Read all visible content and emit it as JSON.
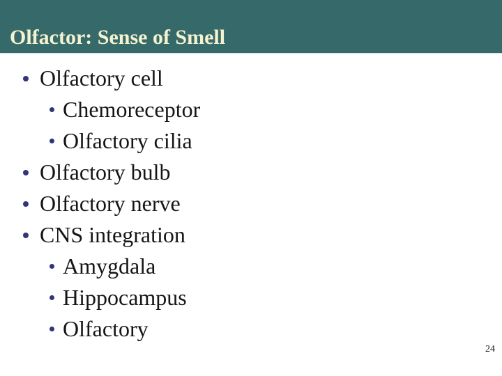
{
  "slide": {
    "title": "Olfactor: Sense of Smell",
    "page_number": "24",
    "bullets": [
      {
        "level": 1,
        "text": "Olfactory cell"
      },
      {
        "level": 2,
        "text": "Chemoreceptor"
      },
      {
        "level": 2,
        "text": "Olfactory cilia"
      },
      {
        "level": 1,
        "text": "Olfactory bulb"
      },
      {
        "level": 1,
        "text": "Olfactory nerve"
      },
      {
        "level": 1,
        "text": "CNS integration"
      },
      {
        "level": 2,
        "text": "Amygdala"
      },
      {
        "level": 2,
        "text": "Hippocampus"
      },
      {
        "level": 2,
        "text": "Olfactory"
      }
    ],
    "colors": {
      "header_bg": "#35696a",
      "title_text": "#f5f2cf",
      "body_text": "#161616",
      "bullet_dot": "#32357a",
      "page_number": "#1c1c1c"
    }
  }
}
